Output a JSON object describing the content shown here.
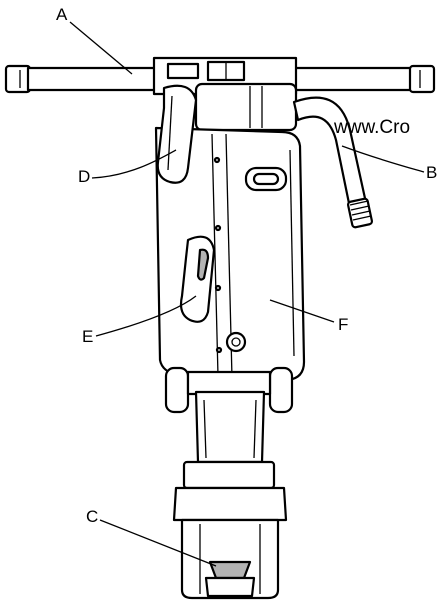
{
  "watermark": "www.Cro",
  "callouts": {
    "a": "A",
    "b": "B",
    "c": "C",
    "d": "D",
    "e": "E",
    "f": "F"
  },
  "colors": {
    "line": "#000000",
    "shade": "#b3b3b3",
    "background": "#ffffff"
  }
}
